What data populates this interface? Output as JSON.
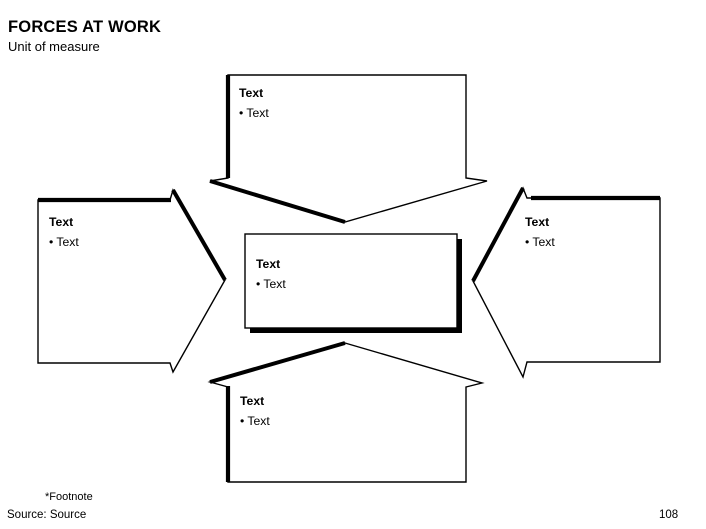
{
  "slide": {
    "title": "FORCES AT WORK",
    "subtitle": "Unit of measure",
    "footnote": "*Footnote",
    "source": "Source: Source",
    "page_number": "108"
  },
  "diagram": {
    "type": "forces-at-work-arrows",
    "center_box": {
      "heading": "Text",
      "bullet": "• Text"
    },
    "arrows": [
      {
        "id": "top",
        "direction": "down",
        "heading": "Text",
        "bullet": "• Text"
      },
      {
        "id": "left",
        "direction": "right",
        "heading": "Text",
        "bullet": "• Text"
      },
      {
        "id": "right",
        "direction": "left",
        "heading": "Text",
        "bullet": "• Text"
      },
      {
        "id": "bottom",
        "direction": "up",
        "heading": "Text",
        "bullet": "• Text"
      }
    ]
  },
  "colors": {
    "ink": "#000000",
    "background": "#ffffff"
  }
}
